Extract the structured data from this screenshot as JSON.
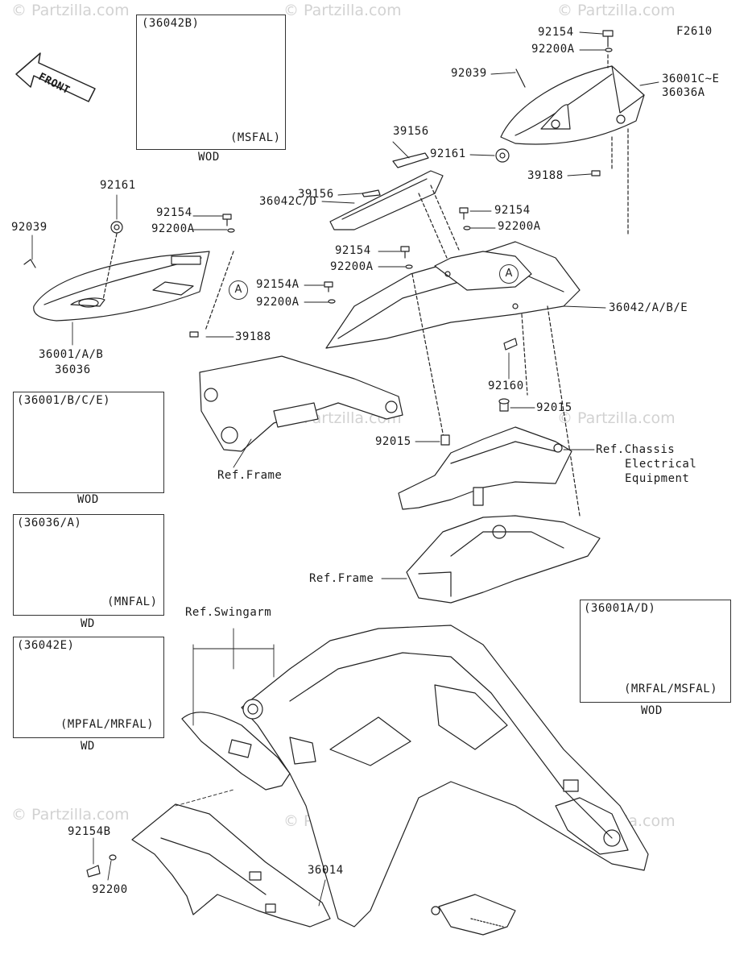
{
  "figure_code": "F2610",
  "front_arrow": {
    "label": "FRONT"
  },
  "watermark": "© Partzilla.com",
  "callouts": {
    "a1": "A",
    "a2": "A"
  },
  "labels": {
    "p92154_top": "92154",
    "p92200A_top": "92200A",
    "p92039_top": "92039",
    "p36001CE": "36001C~E",
    "p36036A": "36036A",
    "p39156_a": "39156",
    "p92161_right": "92161",
    "p39188_right": "39188",
    "p39156_b": "39156",
    "p36042CD": "36042C/D",
    "p92154_mid": "92154",
    "p92200A_mid": "92200A",
    "p92154_c": "92154",
    "p92200A_c": "92200A",
    "p92154A": "92154A",
    "p92200A_d": "92200A",
    "p36042ABE": "36042/A/B/E",
    "p92160": "92160",
    "p92015_right": "92015",
    "p92015_left": "92015",
    "ref_chassis_1": "Ref.Chassis",
    "ref_chassis_2": "Electrical",
    "ref_chassis_3": "Equipment",
    "p92161_left": "92161",
    "p92039_left": "92039",
    "p92154_left": "92154",
    "p92200A_left": "92200A",
    "p39188_left": "39188",
    "p36001AB": "36001/A/B",
    "p36036": "36036",
    "ref_frame_1": "Ref.Frame",
    "ref_frame_2": "Ref.Frame",
    "ref_swingarm": "Ref.Swingarm",
    "p92154B": "92154B",
    "p92200": "92200",
    "p36014": "36014"
  },
  "inset_boxes": [
    {
      "id": "box-36042B",
      "title": "(36042B)",
      "note": "(MSFAL)",
      "caption": "WOD"
    },
    {
      "id": "box-36001BCE",
      "title": "(36001/B/C/E)",
      "note": "",
      "caption": "WOD"
    },
    {
      "id": "box-36036A",
      "title": "(36036/A)",
      "note": "(MNFAL)",
      "caption": "WD"
    },
    {
      "id": "box-36042E",
      "title": "(36042E)",
      "note": "(MPFAL/MRFAL)",
      "caption": "WD"
    },
    {
      "id": "box-36001AD",
      "title": "(36001A/D)",
      "note": "(MRFAL/MSFAL)",
      "caption": "WOD"
    }
  ]
}
